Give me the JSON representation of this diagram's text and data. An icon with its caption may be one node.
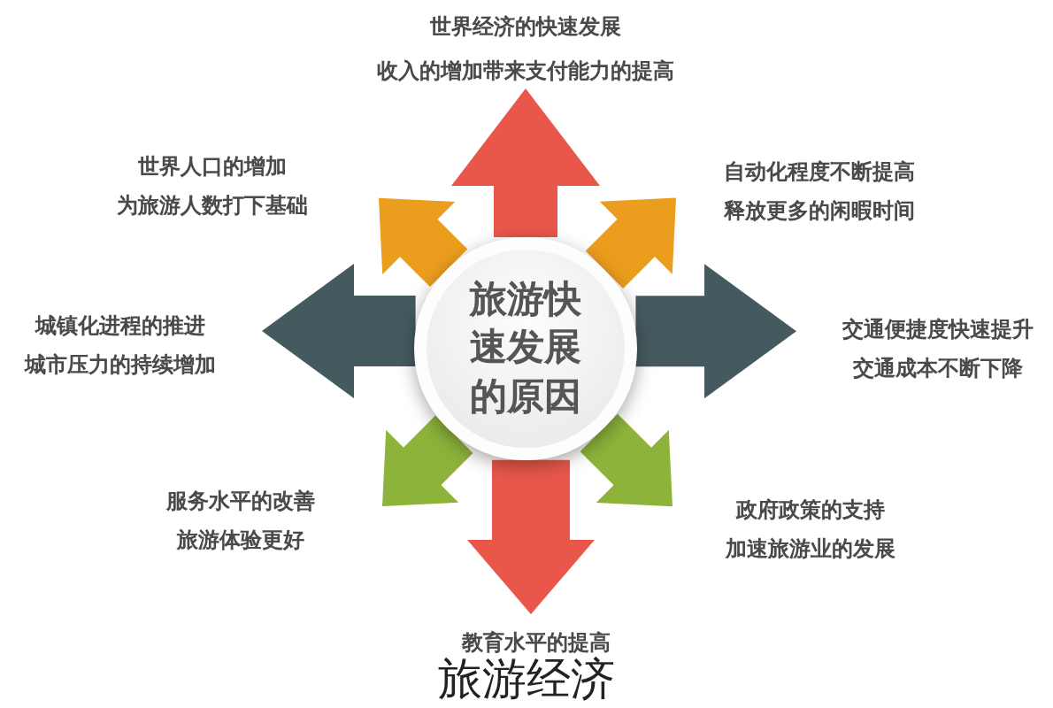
{
  "diagram": {
    "caption": "旅游经济",
    "nodes": [
      {
        "text": [
          "世界经济的快速发展",
          "收入的增加带来支付能力的提高"
        ]
      },
      {
        "text": [
          "世界人口的增加",
          "为旅游人数打下基础"
        ]
      },
      {
        "text": [
          "自动化程度不断提高",
          "释放更多的闲暇时间"
        ]
      },
      {
        "text": [
          "城镇化进程的推进",
          "城市压力的持续增加"
        ]
      },
      {
        "text": [
          "旅游快速发展的原因"
        ]
      },
      {
        "text": [
          "交通便捷度快速提升",
          "交通成本不断下降"
        ]
      },
      {
        "text": [
          "服务水平的改善",
          "旅游体验更好"
        ]
      },
      {
        "text": [
          "政府政策的支持",
          "加速旅游业的发展"
        ]
      },
      {
        "text": [
          "教育水平的提高"
        ]
      }
    ],
    "edges": [
      {
        "from": 4,
        "to": 0,
        "arrow": "to",
        "color": "#e8574a"
      },
      {
        "from": 4,
        "to": 1,
        "arrow": "to",
        "color": "#eb9d1e"
      },
      {
        "from": 4,
        "to": 2,
        "arrow": "to",
        "color": "#eb9d1e"
      },
      {
        "from": 4,
        "to": 3,
        "arrow": "to",
        "color": "#455a5f"
      },
      {
        "from": 4,
        "to": 5,
        "arrow": "to",
        "color": "#455a5f"
      },
      {
        "from": 4,
        "to": 6,
        "arrow": "to",
        "color": "#8db33b"
      },
      {
        "from": 4,
        "to": 7,
        "arrow": "to",
        "color": "#8db33b"
      },
      {
        "from": 4,
        "to": 8,
        "arrow": "to",
        "color": "#e8574a"
      }
    ]
  }
}
